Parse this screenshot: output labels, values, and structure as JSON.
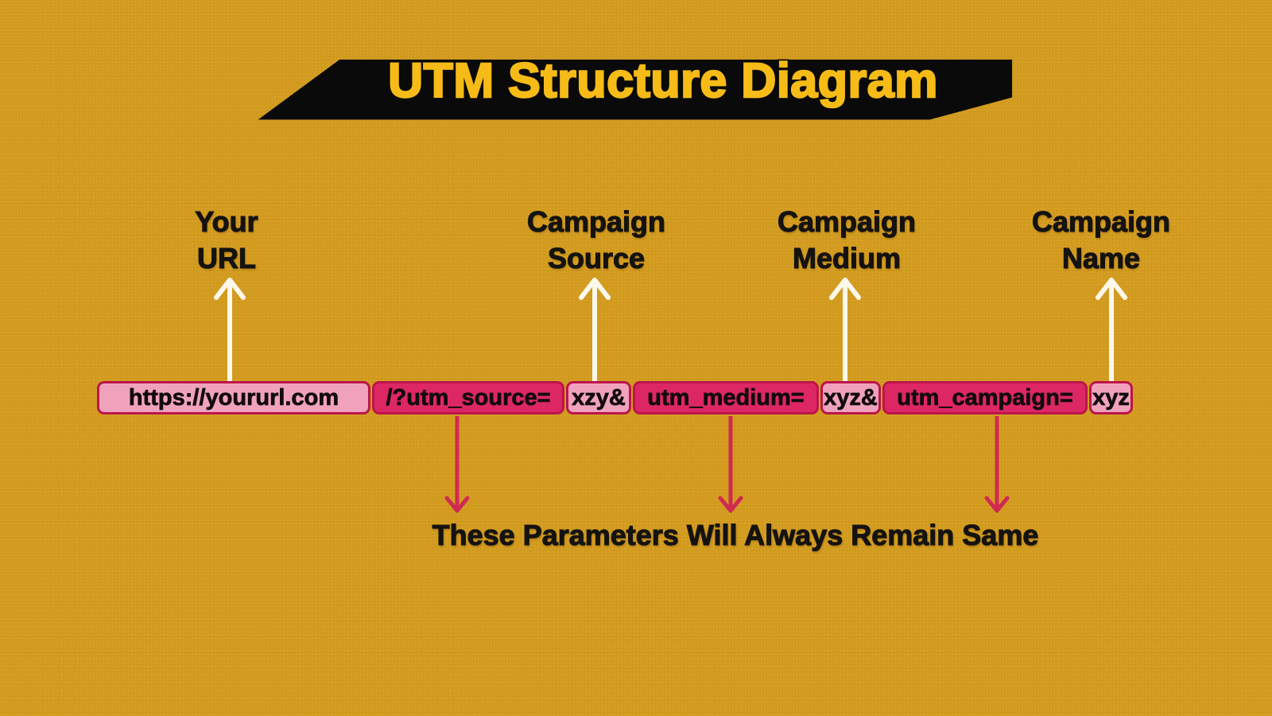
{
  "title": "UTM Structure Diagram",
  "pointer_labels": [
    {
      "name": "your-url",
      "lines": [
        "Your",
        "URL"
      ]
    },
    {
      "name": "campaign-source",
      "lines": [
        "Campaign",
        "Source"
      ]
    },
    {
      "name": "campaign-medium",
      "lines": [
        "Campaign",
        "Medium"
      ]
    },
    {
      "name": "campaign-name",
      "lines": [
        "Campaign",
        "Name"
      ]
    }
  ],
  "url_bar": {
    "full_url": "https://yoururl.com/?utm_source=xzy&utm_medium=xyz&utm_campaign=xyz",
    "segments": [
      {
        "text": "https://yoururl.com",
        "role": "url-value"
      },
      {
        "text": "/?utm_source=",
        "role": "utm-parameter"
      },
      {
        "text": "xzy&",
        "role": "url-value"
      },
      {
        "text": "utm_medium=",
        "role": "utm-parameter"
      },
      {
        "text": "xyz&",
        "role": "url-value"
      },
      {
        "text": "utm_campaign=",
        "role": "utm-parameter"
      },
      {
        "text": "xyz",
        "role": "url-value"
      }
    ]
  },
  "bottom_note": "These Parameters Will Always Remain Same",
  "colors": {
    "background": "#d39b1e",
    "banner": "#0a0a0a",
    "title_text": "#f6bb17",
    "label_text": "#151310",
    "segment_value_bg": "#f0a2bc",
    "segment_param_bg": "#dd2765",
    "segment_border": "#bc1549",
    "up_arrow": "#fdf8ec",
    "down_arrow": "#d12a52"
  }
}
